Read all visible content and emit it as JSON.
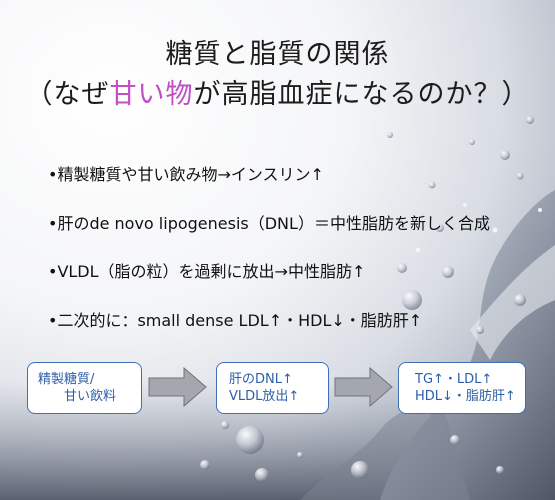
{
  "title": {
    "line1": "糖質と脂質の関係",
    "line2_pre": "（なぜ",
    "line2_accent": "甘い物",
    "line2_post": "が高脂血症になるのか？）"
  },
  "bullets": [
    "•精製糖質や甘い飲み物→インスリン↑",
    "•肝のde novo lipogenesis（DNL）＝中性脂肪を新しく合成",
    "•VLDL（脂の粒）を過剰に放出→中性脂肪↑",
    "•二次的に：small dense LDL↑・HDL↓・脂肪肝↑"
  ],
  "flow": {
    "box1": {
      "line1": "精製糖質/",
      "line2": "甘い飲料"
    },
    "box2": {
      "line1": "肝のDNL↑",
      "line2": "VLDL放出↑"
    },
    "box3": {
      "line1": "TG↑・LDL↑",
      "line2": "HDL↓・脂肪肝↑"
    }
  },
  "colors": {
    "accent": "#c04fc6",
    "box_border": "#3f6fb5",
    "box_text": "#2d5ea8",
    "arrow_fill": "#a4a7ad"
  },
  "icons": {
    "flow_arrow": "right-arrow-icon"
  }
}
